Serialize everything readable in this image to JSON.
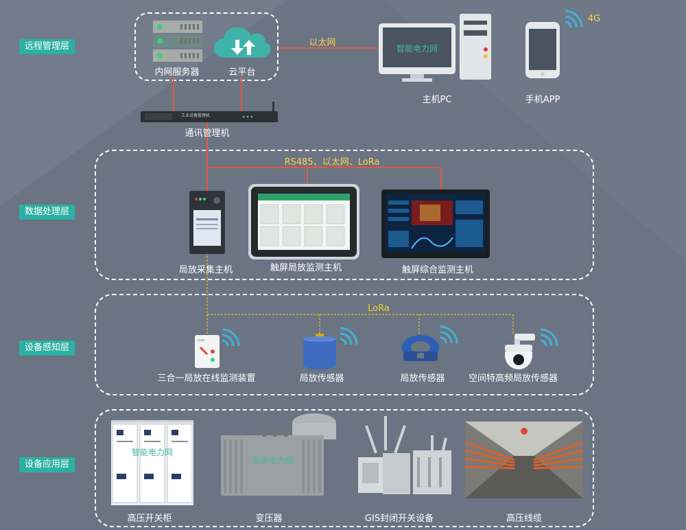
{
  "layers": {
    "remote": "远程管理层",
    "data": "数据处理层",
    "sensing": "设备感知层",
    "application": "设备应用层"
  },
  "remote": {
    "server": "内网服务器",
    "cloud": "云平台",
    "comm": "通讯管理机",
    "comm_plate": "工业设备管理机",
    "ethernet": "以太网",
    "pc": "主机PC",
    "pc_screen": "智能电力网",
    "phone": "手机APP",
    "signal": "4G"
  },
  "data_layer": {
    "link": "RS485、以太网、LoRa",
    "collector": "局放采集主机",
    "touch_pd": "触屏局放监测主机",
    "touch_all": "触屏综合监测主机"
  },
  "sensing": {
    "link": "LoRa",
    "three_in_one": "三合一局放在线监测装置",
    "sensor1": "局放传感器",
    "sensor2": "局放传感器",
    "uhf": "空间特高频局放传感器"
  },
  "application": {
    "switchgear": "高压开关柜",
    "switchgear_mark": "智能电力网",
    "transformer": "变压器",
    "transformer_mark": "智能电力网",
    "gis": "GIS封闭开关设备",
    "cable": "高压线缆"
  },
  "colors": {
    "background": "#6b7483",
    "tag": "#2bb0a3",
    "ethernet_line": "#e05a3a",
    "lora_line": "#e8c22b"
  }
}
